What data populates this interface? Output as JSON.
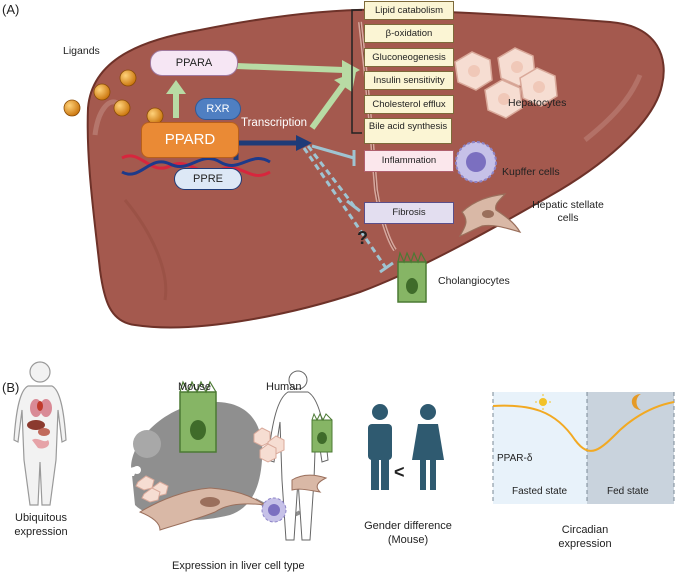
{
  "panel_a": {
    "label": "(A)",
    "ligands_label": "Ligands",
    "ppara": "PPARA",
    "rxr": "RXR",
    "pprd": "PPARD",
    "ppre": "PPRE",
    "transcription": "Transcription",
    "functions": [
      "Lipid catabolism",
      "β-oxidation",
      "Gluconeogenesis",
      "Insulin sensitivity",
      "Cholesterol efflux",
      "Bile acid synthesis"
    ],
    "inflammation": "Inflammation",
    "fibrosis": "Fibrosis",
    "question": "?",
    "hepatocytes": "Hepatocytes",
    "kupffer": "Kupffer cells",
    "stellate": "Hepatic stellate cells",
    "cholangiocytes": "Cholangiocytes"
  },
  "panel_b": {
    "label": "(B)",
    "ubiquitous": "Ubiquitous expression",
    "mouse": "Mouse",
    "human": "Human",
    "liver_cell_type": "Expression in liver cell type",
    "less_than": "<",
    "gender": "Gender difference (Mouse)",
    "ppar_delta": "PPAR-δ",
    "fasted": "Fasted state",
    "fed": "Fed state",
    "circadian": "Circadian expression"
  },
  "colors": {
    "liver": "#a4594e",
    "liver_dark": "#6e3229",
    "function_box": "#fbf5d4",
    "inflammation_box": "#fbe7ec",
    "fibrosis_box": "#e3def0",
    "pprd_orange": "#ea8a35",
    "rxr_blue": "#4f7fc2",
    "ppre_blue": "#dde8f6",
    "ppara_pink": "#f6e6f4",
    "arrow_green": "#b8dba4",
    "arrow_navy": "#1f3b78",
    "inhibit_blue": "#9fc4d2",
    "figure_teal": "#2f5a70"
  }
}
